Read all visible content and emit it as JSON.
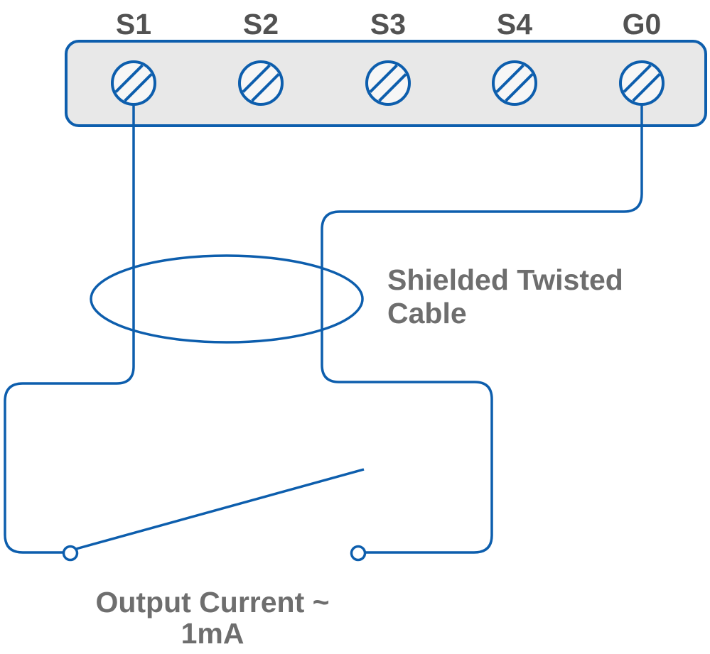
{
  "diagram_type": "wiring-connection-diagram",
  "terminal_block": {
    "terminals": [
      {
        "label": "S1"
      },
      {
        "label": "S2"
      },
      {
        "label": "S3"
      },
      {
        "label": "S4"
      },
      {
        "label": "G0"
      }
    ]
  },
  "annotations": {
    "cable_label": {
      "line1": "Shielded Twisted",
      "line2": "Cable"
    },
    "output_label": {
      "line1": "Output Current ~",
      "line2": "1mA"
    }
  },
  "colors": {
    "wire_blue": "#0d5ead",
    "terminal_block_fill": "#e8e8e8",
    "screw_fill": "#f6f6f6",
    "terminal_label_gray": "#525252",
    "annotation_gray": "#6e6e6e",
    "background": "#ffffff"
  }
}
